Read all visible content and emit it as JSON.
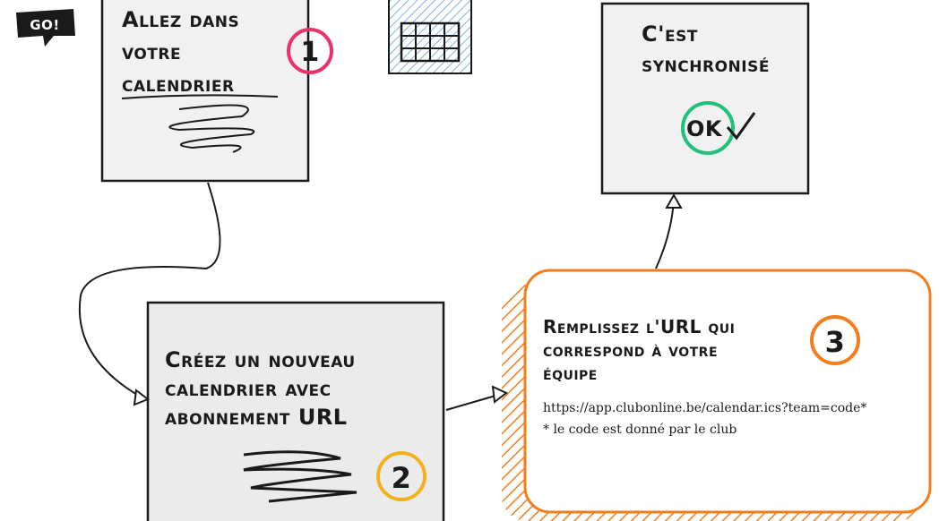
{
  "badge": {
    "label": "GO!"
  },
  "steps": [
    {
      "id": "step-1",
      "number": "1",
      "lines": [
        "Allez dans",
        "votre",
        "calendrier"
      ],
      "color": "#e8336b"
    },
    {
      "id": "step-2",
      "number": "2",
      "lines": [
        "Créez un nouveau",
        "calendrier avec",
        "abonnement URL"
      ],
      "color": "#f2b31a"
    },
    {
      "id": "step-3",
      "number": "3",
      "lines": [
        "Remplissez l'URL qui",
        "correspond à votre",
        "équipe"
      ],
      "color": "#f47d1c",
      "url": "https://app.clubonline.be/calendar.ics?team=code*",
      "note": "* le code est donné par le club"
    },
    {
      "id": "step-done",
      "lines": [
        "C'est",
        "synchronisé"
      ],
      "ok_label": "OK",
      "color": "#1ec27a"
    }
  ],
  "colors": {
    "stroke": "#1a1a1a",
    "calendar_hatch": "#7fb3e0",
    "box_fill": "#f1f1f1"
  }
}
